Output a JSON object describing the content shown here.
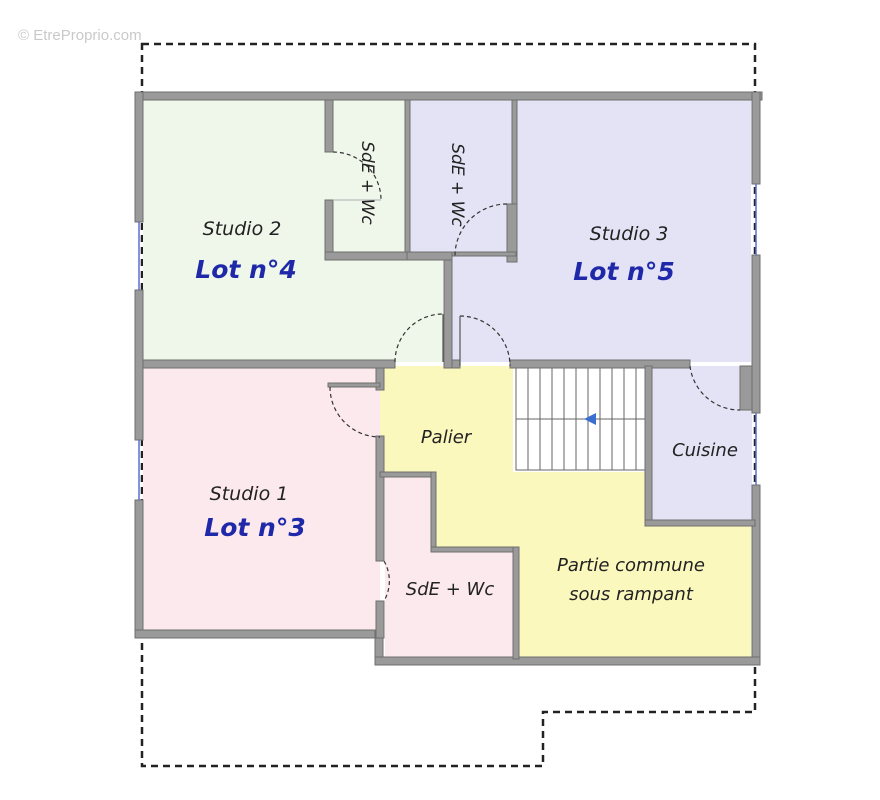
{
  "watermark": "© EtreProprio.com",
  "colors": {
    "studio2": "#eef7ea",
    "studio3": "#e3e3f5",
    "studio1": "#fbe9ee",
    "common": "#fbf8be",
    "wall": "#8f8f8f",
    "lot_text": "#1f28a8"
  },
  "rooms": {
    "studio2": {
      "name": "Studio 2",
      "lot": "Lot n°4"
    },
    "studio3": {
      "name": "Studio 3",
      "lot": "Lot n°5"
    },
    "studio1": {
      "name": "Studio 1",
      "lot": "Lot n°3"
    },
    "sde_studio2": {
      "name": "SdE + Wc"
    },
    "sde_studio3": {
      "name": "SdE + Wc"
    },
    "sde_studio1": {
      "name": "SdE + Wc"
    },
    "palier": {
      "name": "Palier"
    },
    "cuisine": {
      "name": "Cuisine"
    },
    "partie_commune": {
      "line1": "Partie commune",
      "line2": "sous rampant"
    }
  }
}
